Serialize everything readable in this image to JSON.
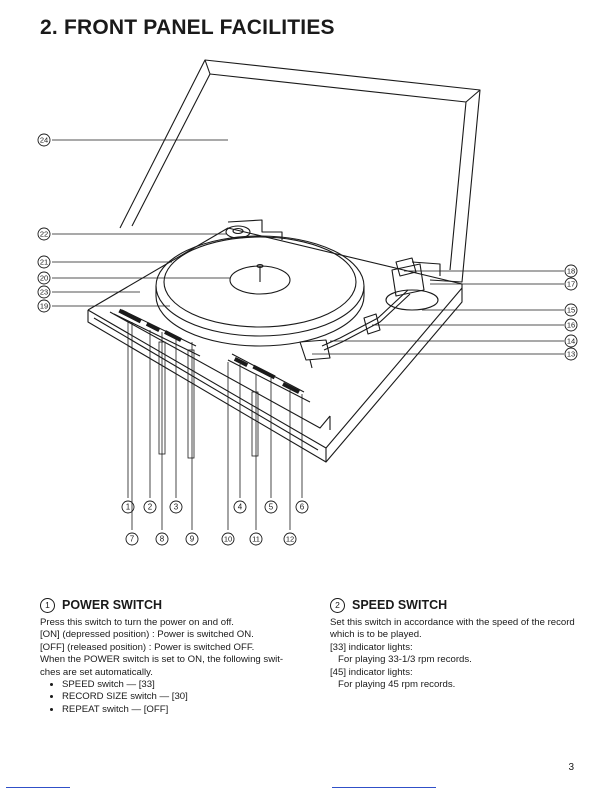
{
  "page": {
    "title": "2. FRONT PANEL FACILITIES",
    "page_number": "3"
  },
  "figure": {
    "callouts": {
      "c1": "1",
      "c2": "2",
      "c3": "3",
      "c4": "4",
      "c5": "5",
      "c6": "6",
      "c7": "7",
      "c8": "8",
      "c9": "9",
      "c10": "10",
      "c11": "11",
      "c12": "12",
      "c13": "13",
      "c14": "14",
      "c15": "15",
      "c16": "16",
      "c17": "17",
      "c18": "18",
      "c19": "19",
      "c20": "20",
      "c21": "21",
      "c22": "22",
      "c23": "23",
      "c24": "24"
    }
  },
  "sections": [
    {
      "num": "1",
      "title": "POWER SWITCH",
      "lines": [
        "Press this switch to turn the power on and off.",
        "[ON] (depressed position) :   Power is switched ON.",
        "[OFF] (released position) :  Power is switched OFF.",
        "When the POWER switch is set to ON, the following swit-",
        "ches are set automatically."
      ],
      "bullets": [
        "SPEED switch — [33]",
        "RECORD SIZE switch — [30]",
        "REPEAT switch — [OFF]"
      ]
    },
    {
      "num": "2",
      "title": "SPEED SWITCH",
      "lines": [
        "Set this switch in accordance with the speed of the record",
        "which is to be played.",
        "[33] indicator lights:",
        "For playing 33-1/3 rpm records.",
        "[45] indicator lights:",
        "For playing 45 rpm records."
      ]
    }
  ]
}
